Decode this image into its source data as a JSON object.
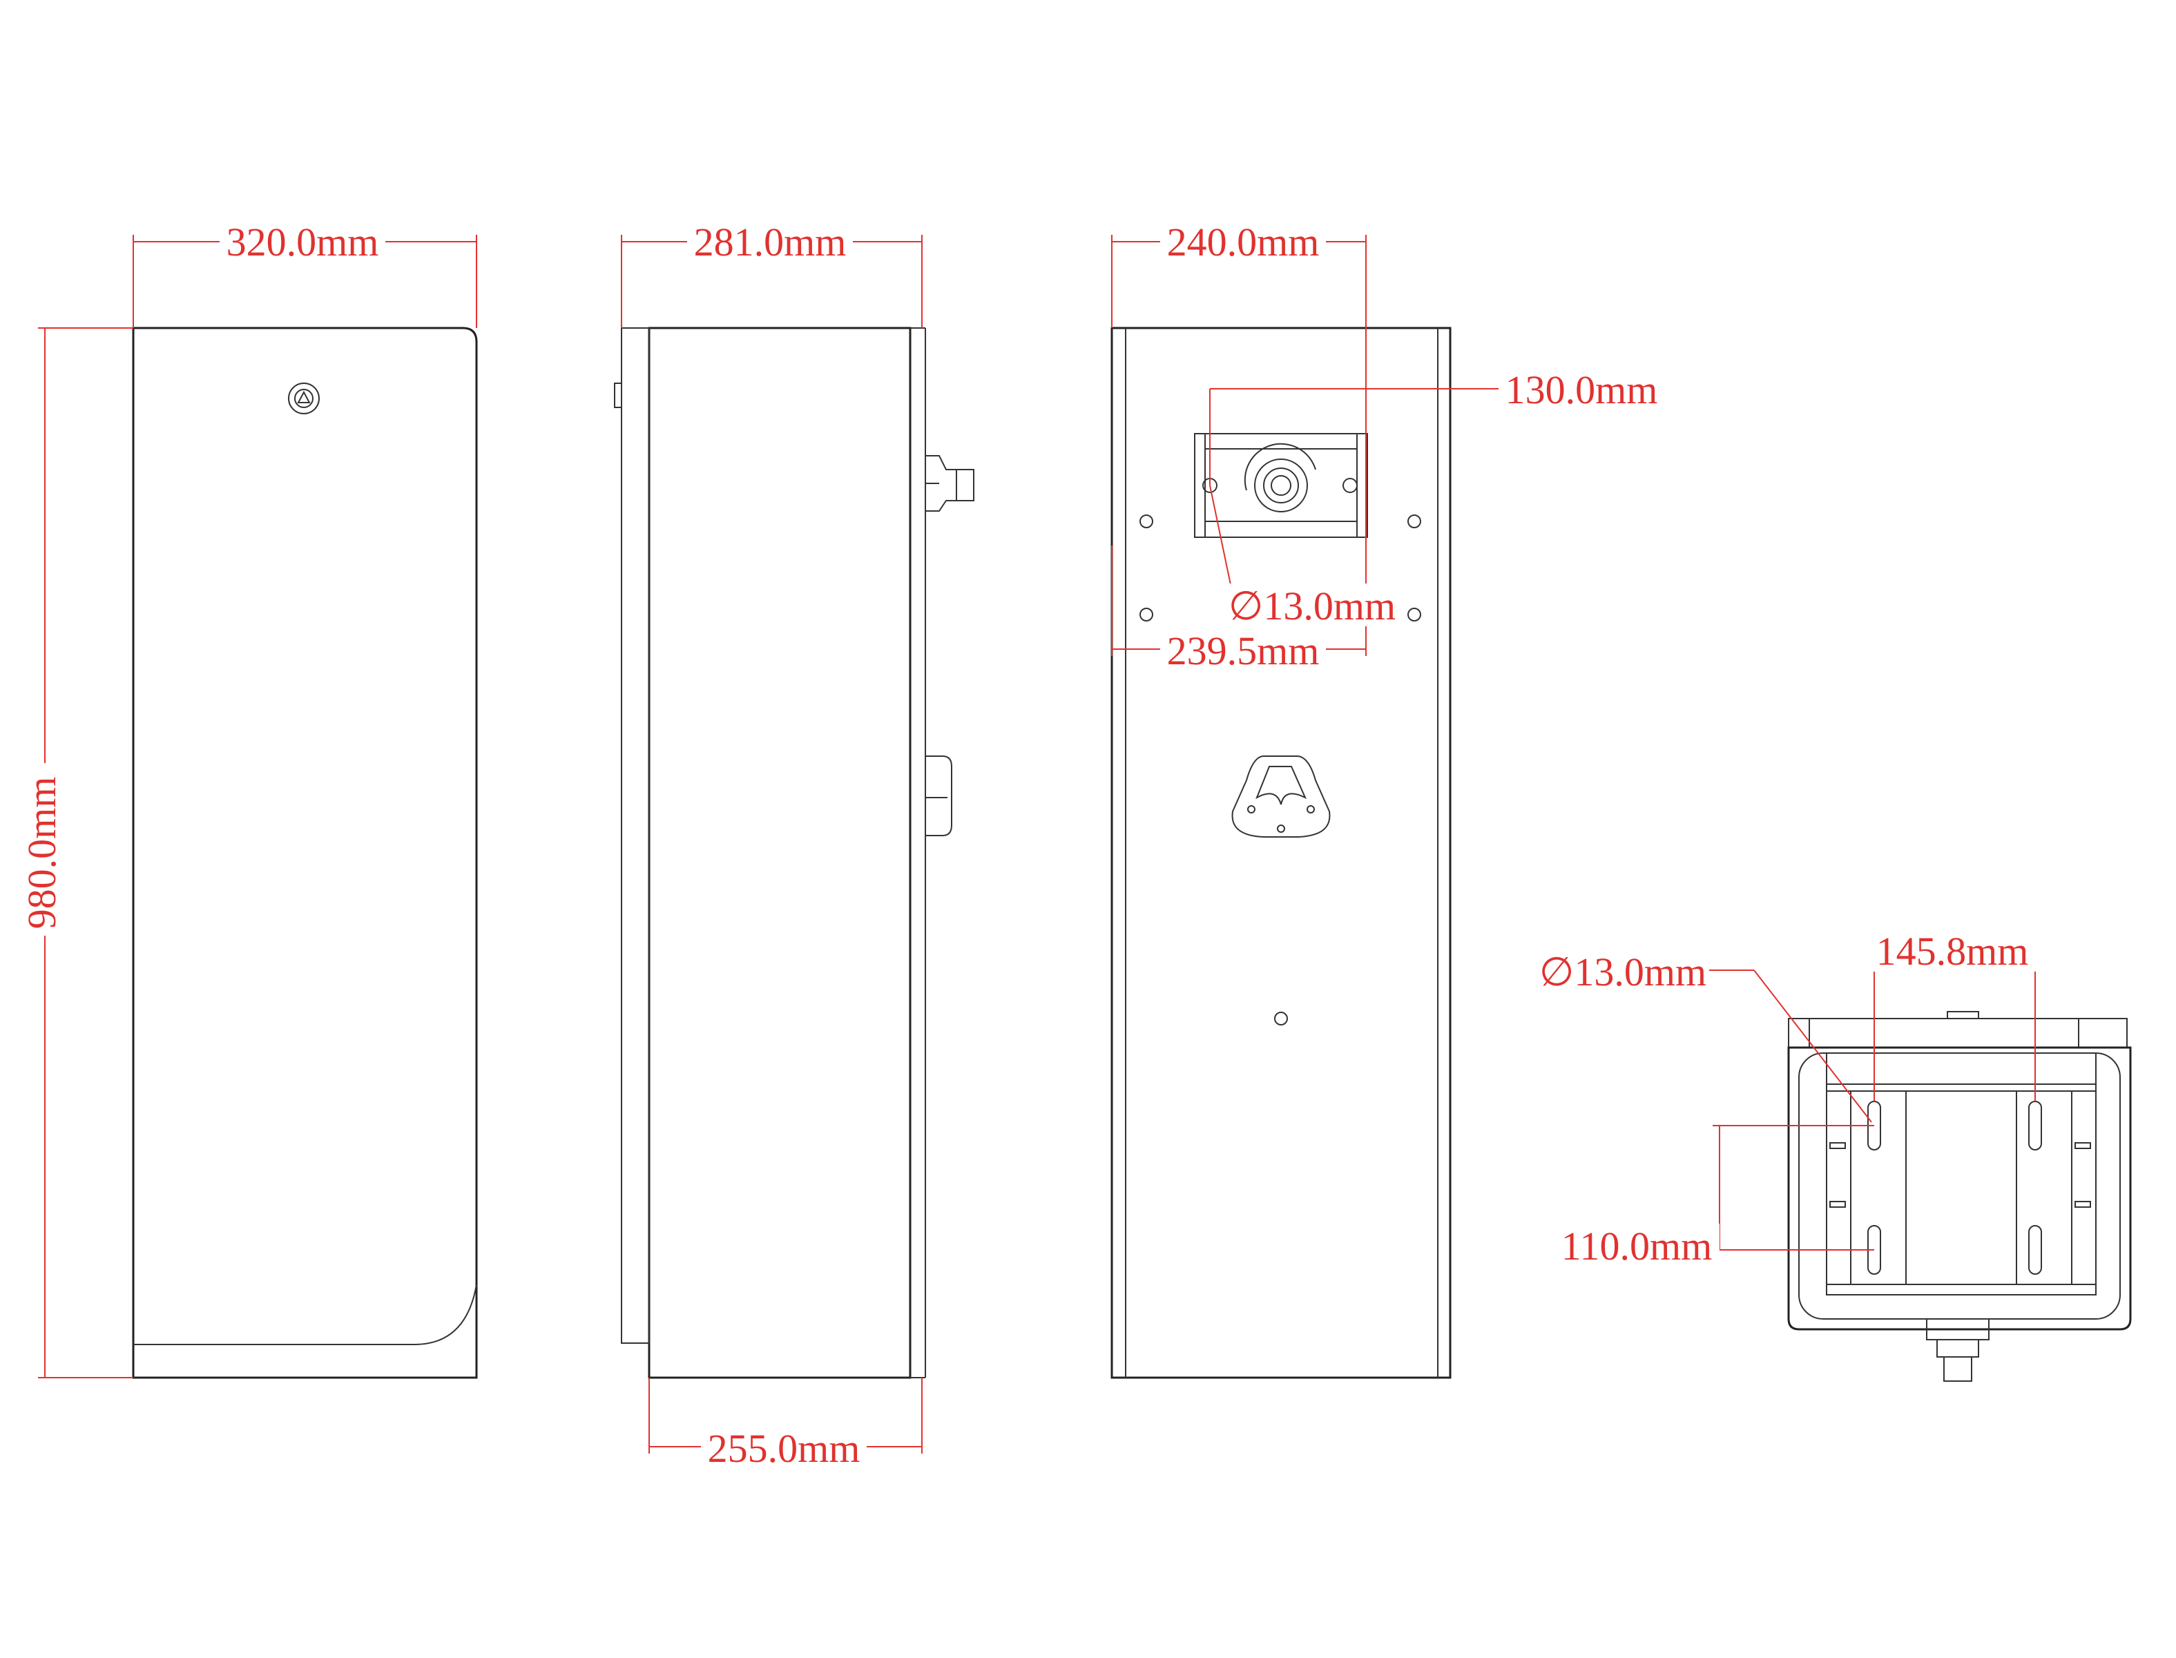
{
  "colors": {
    "outline": "#222222",
    "dimension": "#e0322f",
    "background": "#ffffff"
  },
  "dimensions": {
    "front_width": "320.0mm",
    "front_height": "980.0mm",
    "side_depth_top": "281.0mm",
    "side_depth_bottom": "255.0mm",
    "back_width_top": "240.0mm",
    "back_bracket_width": "130.0mm",
    "back_hole_diameter": "∅13.0mm",
    "back_width_lower": "239.5mm",
    "base_hole_diameter": "∅13.0mm",
    "base_slot_spacing_x": "145.8mm",
    "base_slot_spacing_y": "110.0mm"
  },
  "icons": {
    "front_lock": "lock-icon",
    "back_handle": "handle-icon",
    "side_connector": "connector-icon"
  }
}
